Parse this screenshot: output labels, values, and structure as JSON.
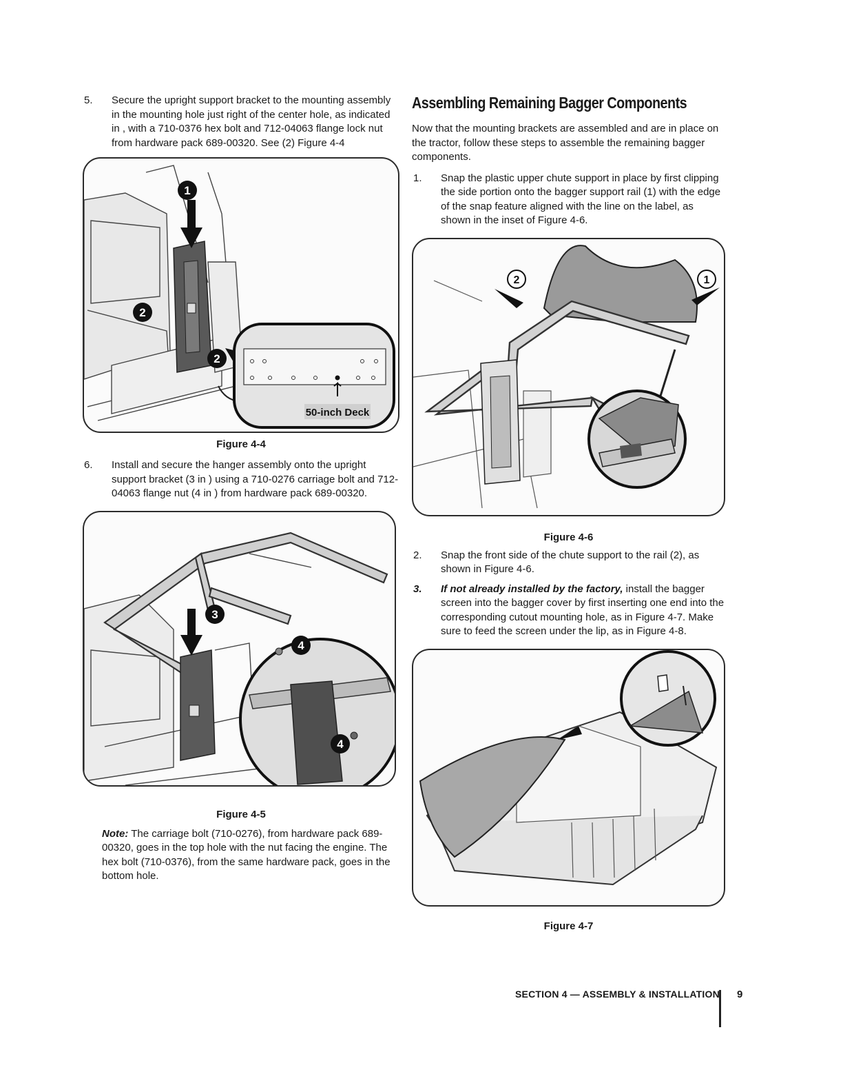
{
  "left": {
    "step5": {
      "num": "5.",
      "text": "Secure the upright support bracket to the mounting assembly in the mounting hole just right of the center hole, as indicated in , with a 710-0376 hex bolt and 712-04063 flange lock nut from hardware pack 689-00320. See (2) Figure 4-4"
    },
    "figure4": {
      "caption": "Figure 4-4",
      "callouts": [
        "1",
        "2",
        "2"
      ],
      "inset_label": "50-inch Deck"
    },
    "step6": {
      "num": "6.",
      "text": "Install and secure the hanger assembly onto the upright support bracket (3 in ) using a 710-0276 carriage bolt and 712-04063 flange nut (4 in ) from hardware pack 689-00320."
    },
    "figure5": {
      "caption": "Figure 4-5",
      "callouts": [
        "3",
        "4",
        "4"
      ]
    },
    "note": {
      "label": "Note:",
      "text": " The carriage bolt (710-0276), from hardware pack 689-00320, goes in the top hole with the nut facing the engine. The hex bolt (710-0376), from the same hardware pack, goes in the bottom hole."
    }
  },
  "right": {
    "heading": "Assembling Remaining Bagger Components",
    "intro": "Now that the mounting brackets are assembled and are in place on the tractor, follow these steps to assemble the remaining bagger components.",
    "step1": {
      "num": "1.",
      "text": "Snap the plastic upper chute support in place by first clipping the side portion onto the bagger support rail (1) with the edge of the snap feature aligned with the line on the label, as shown in the inset of Figure 4-6."
    },
    "figure6": {
      "caption": "Figure 4-6",
      "callouts": [
        "2",
        "1"
      ]
    },
    "step2": {
      "num": "2.",
      "text": "Snap the front side of the chute support to the rail (2), as shown in Figure 4-6."
    },
    "step3": {
      "num": "3.",
      "lead": "If not already installed by the factory,",
      "text": " install the bagger screen into the bagger cover by first inserting one end into the corresponding cutout mounting hole, as in Figure 4-7. Make sure to feed the screen under the lip, as in Figure 4-8."
    },
    "figure7": {
      "caption": "Figure 4-7"
    }
  },
  "footer": {
    "section": "SECTION 4 — ASSEMBLY & INSTALLATION",
    "page": "9"
  }
}
